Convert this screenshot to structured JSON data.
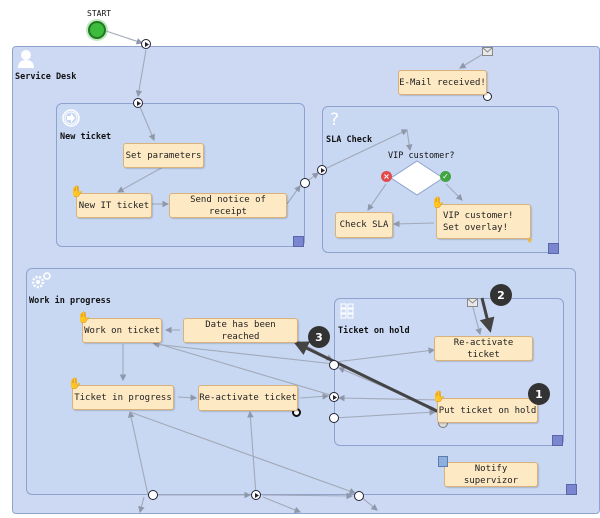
{
  "start_label": "START",
  "lane": {
    "title": "Service Desk"
  },
  "regions": {
    "new_ticket": "New ticket",
    "sla_check": "SLA Check",
    "work_in_progress": "Work in progress",
    "ticket_on_hold": "Ticket on hold"
  },
  "gateway": {
    "label": "VIP customer?"
  },
  "tasks": {
    "email_received": "E-Mail received!",
    "set_parameters": "Set parameters",
    "new_it_ticket": "New IT ticket",
    "send_notice": "Send notice of receipt",
    "check_sla": "Check SLA",
    "vip_overlay": "VIP customer! Set overlay!",
    "work_on_ticket": "Work on ticket",
    "date_reached": "Date has been reached",
    "ticket_in_progress": "Ticket in progress",
    "reactivate_ticket_left": "Re-activate ticket",
    "reactivate_ticket_right": "Re-activate ticket",
    "put_on_hold": "Put ticket on hold",
    "notify_supervisor": "Notify supervizor"
  },
  "badges": [
    "1",
    "2",
    "3"
  ],
  "icons": [
    "person-icon",
    "event-icon",
    "question-icon",
    "gear-icon",
    "grid-icon",
    "hand-icon",
    "envelope-icon",
    "star-icon",
    "user-card-icon"
  ],
  "colors": {
    "lane_bg": "#cdd9f3",
    "task_bg": "#fde9c3",
    "start_green": "#3dbb3d",
    "badge": "#333333"
  }
}
